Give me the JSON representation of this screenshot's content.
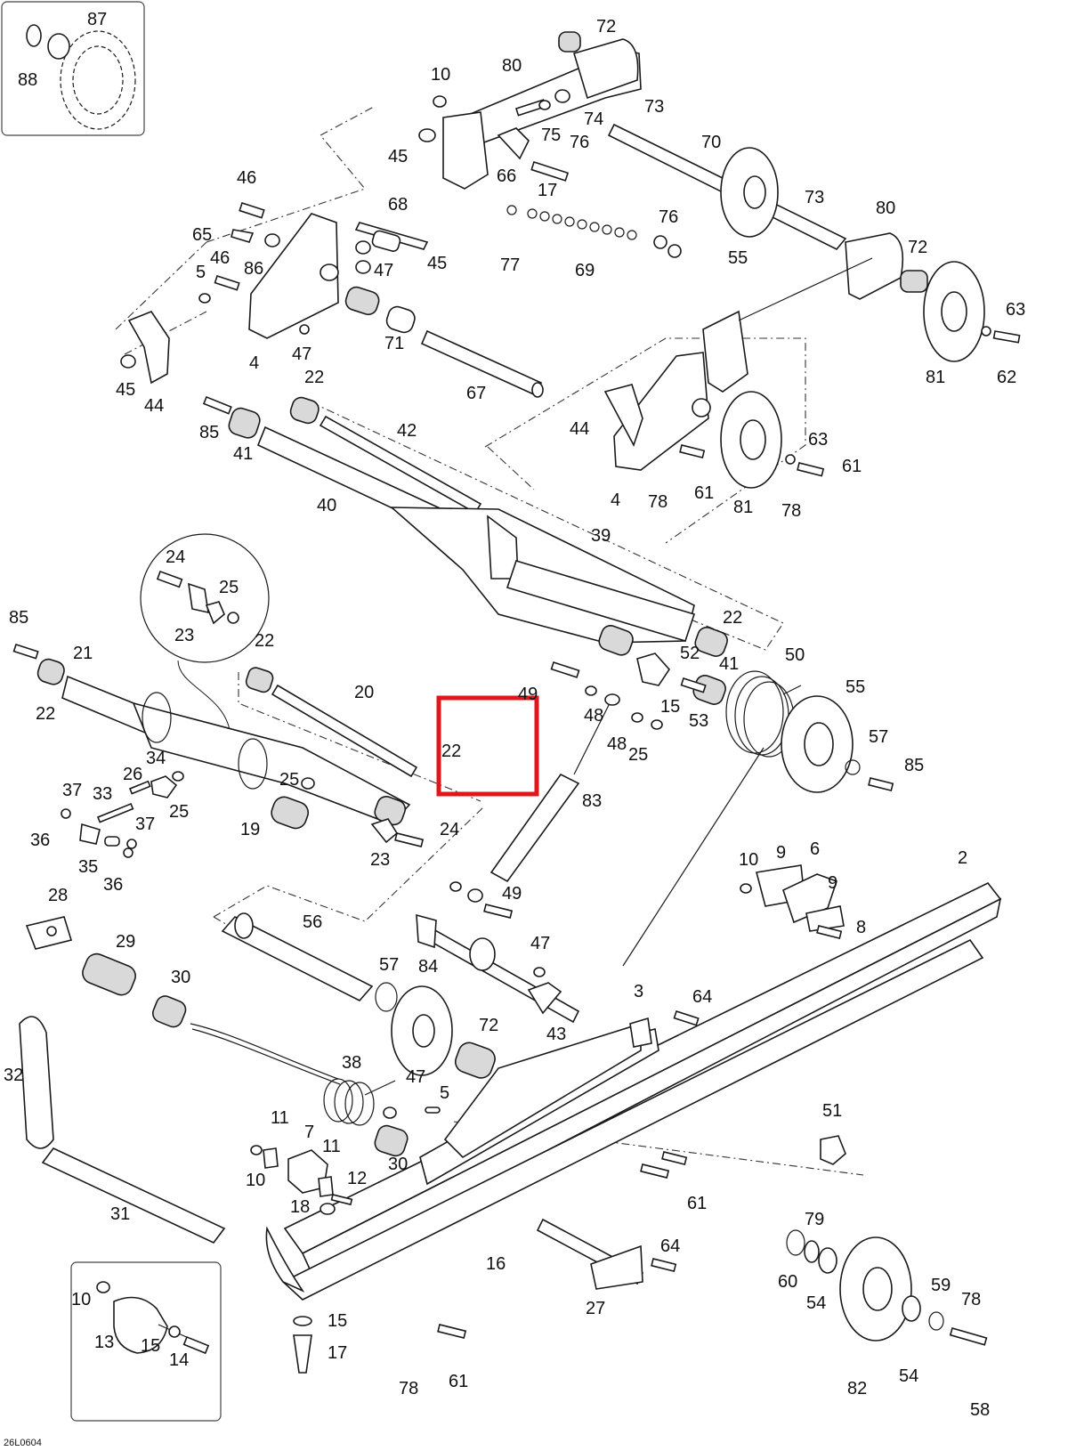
{
  "diagram": {
    "code": "26L0604",
    "highlight_color": "#e0161b",
    "line_color": "#1a1a1a",
    "callouts": [
      "87",
      "88",
      "72",
      "80",
      "10",
      "74",
      "75",
      "76",
      "73",
      "70",
      "45",
      "66",
      "17",
      "46",
      "68",
      "65",
      "86",
      "47",
      "45",
      "76",
      "77",
      "69",
      "5",
      "46",
      "73",
      "80",
      "72",
      "55",
      "63",
      "4",
      "71",
      "47",
      "67",
      "81",
      "62",
      "45",
      "44",
      "22",
      "85",
      "42",
      "41",
      "40",
      "44",
      "63",
      "61",
      "4",
      "78",
      "61",
      "81",
      "78",
      "39",
      "24",
      "25",
      "23",
      "85",
      "21",
      "22",
      "22",
      "20",
      "41",
      "22",
      "52",
      "50",
      "55",
      "49",
      "48",
      "15",
      "53",
      "48",
      "25",
      "57",
      "85",
      "22",
      "83",
      "34",
      "26",
      "25",
      "37",
      "33",
      "36",
      "37",
      "35",
      "36",
      "19",
      "24",
      "23",
      "25",
      "49",
      "10",
      "9",
      "6",
      "2",
      "9",
      "8",
      "28",
      "56",
      "47",
      "84",
      "29",
      "57",
      "30",
      "3",
      "64",
      "43",
      "72",
      "32",
      "38",
      "47",
      "5",
      "51",
      "11",
      "7",
      "11",
      "10",
      "12",
      "30",
      "18",
      "61",
      "31",
      "16",
      "79",
      "64",
      "60",
      "54",
      "59",
      "78",
      "27",
      "10",
      "13",
      "15",
      "14",
      "15",
      "17",
      "78",
      "61",
      "82",
      "54",
      "58"
    ]
  }
}
